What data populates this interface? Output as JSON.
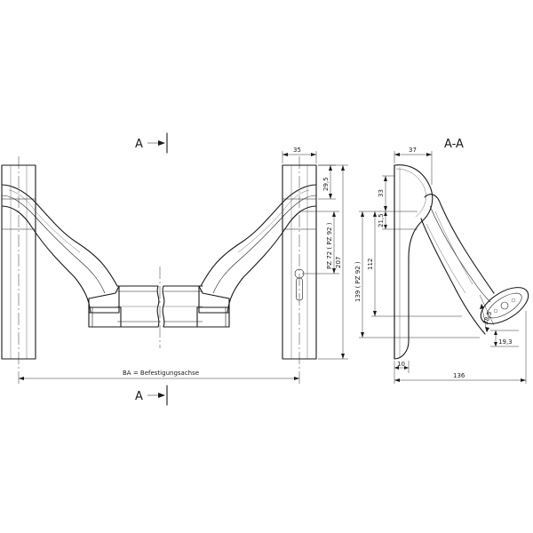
{
  "section_marks": {
    "top": "A",
    "bottom": "A",
    "section_title": "A-A"
  },
  "front_view": {
    "dims": {
      "width": "35",
      "top_offset": "29,5",
      "pz": "PZ 72 ( PZ 92 )",
      "height": "207",
      "axis_label": "BA = Befestigungsachse"
    }
  },
  "side_view": {
    "dims": {
      "top_width": "37",
      "d33": "33",
      "d21_5": "21,5",
      "d112": "112",
      "d139": "139 ( PZ 92 )",
      "d38_5": "38,5",
      "d19_3": "19,3",
      "d10": "10",
      "d136": "136"
    }
  }
}
